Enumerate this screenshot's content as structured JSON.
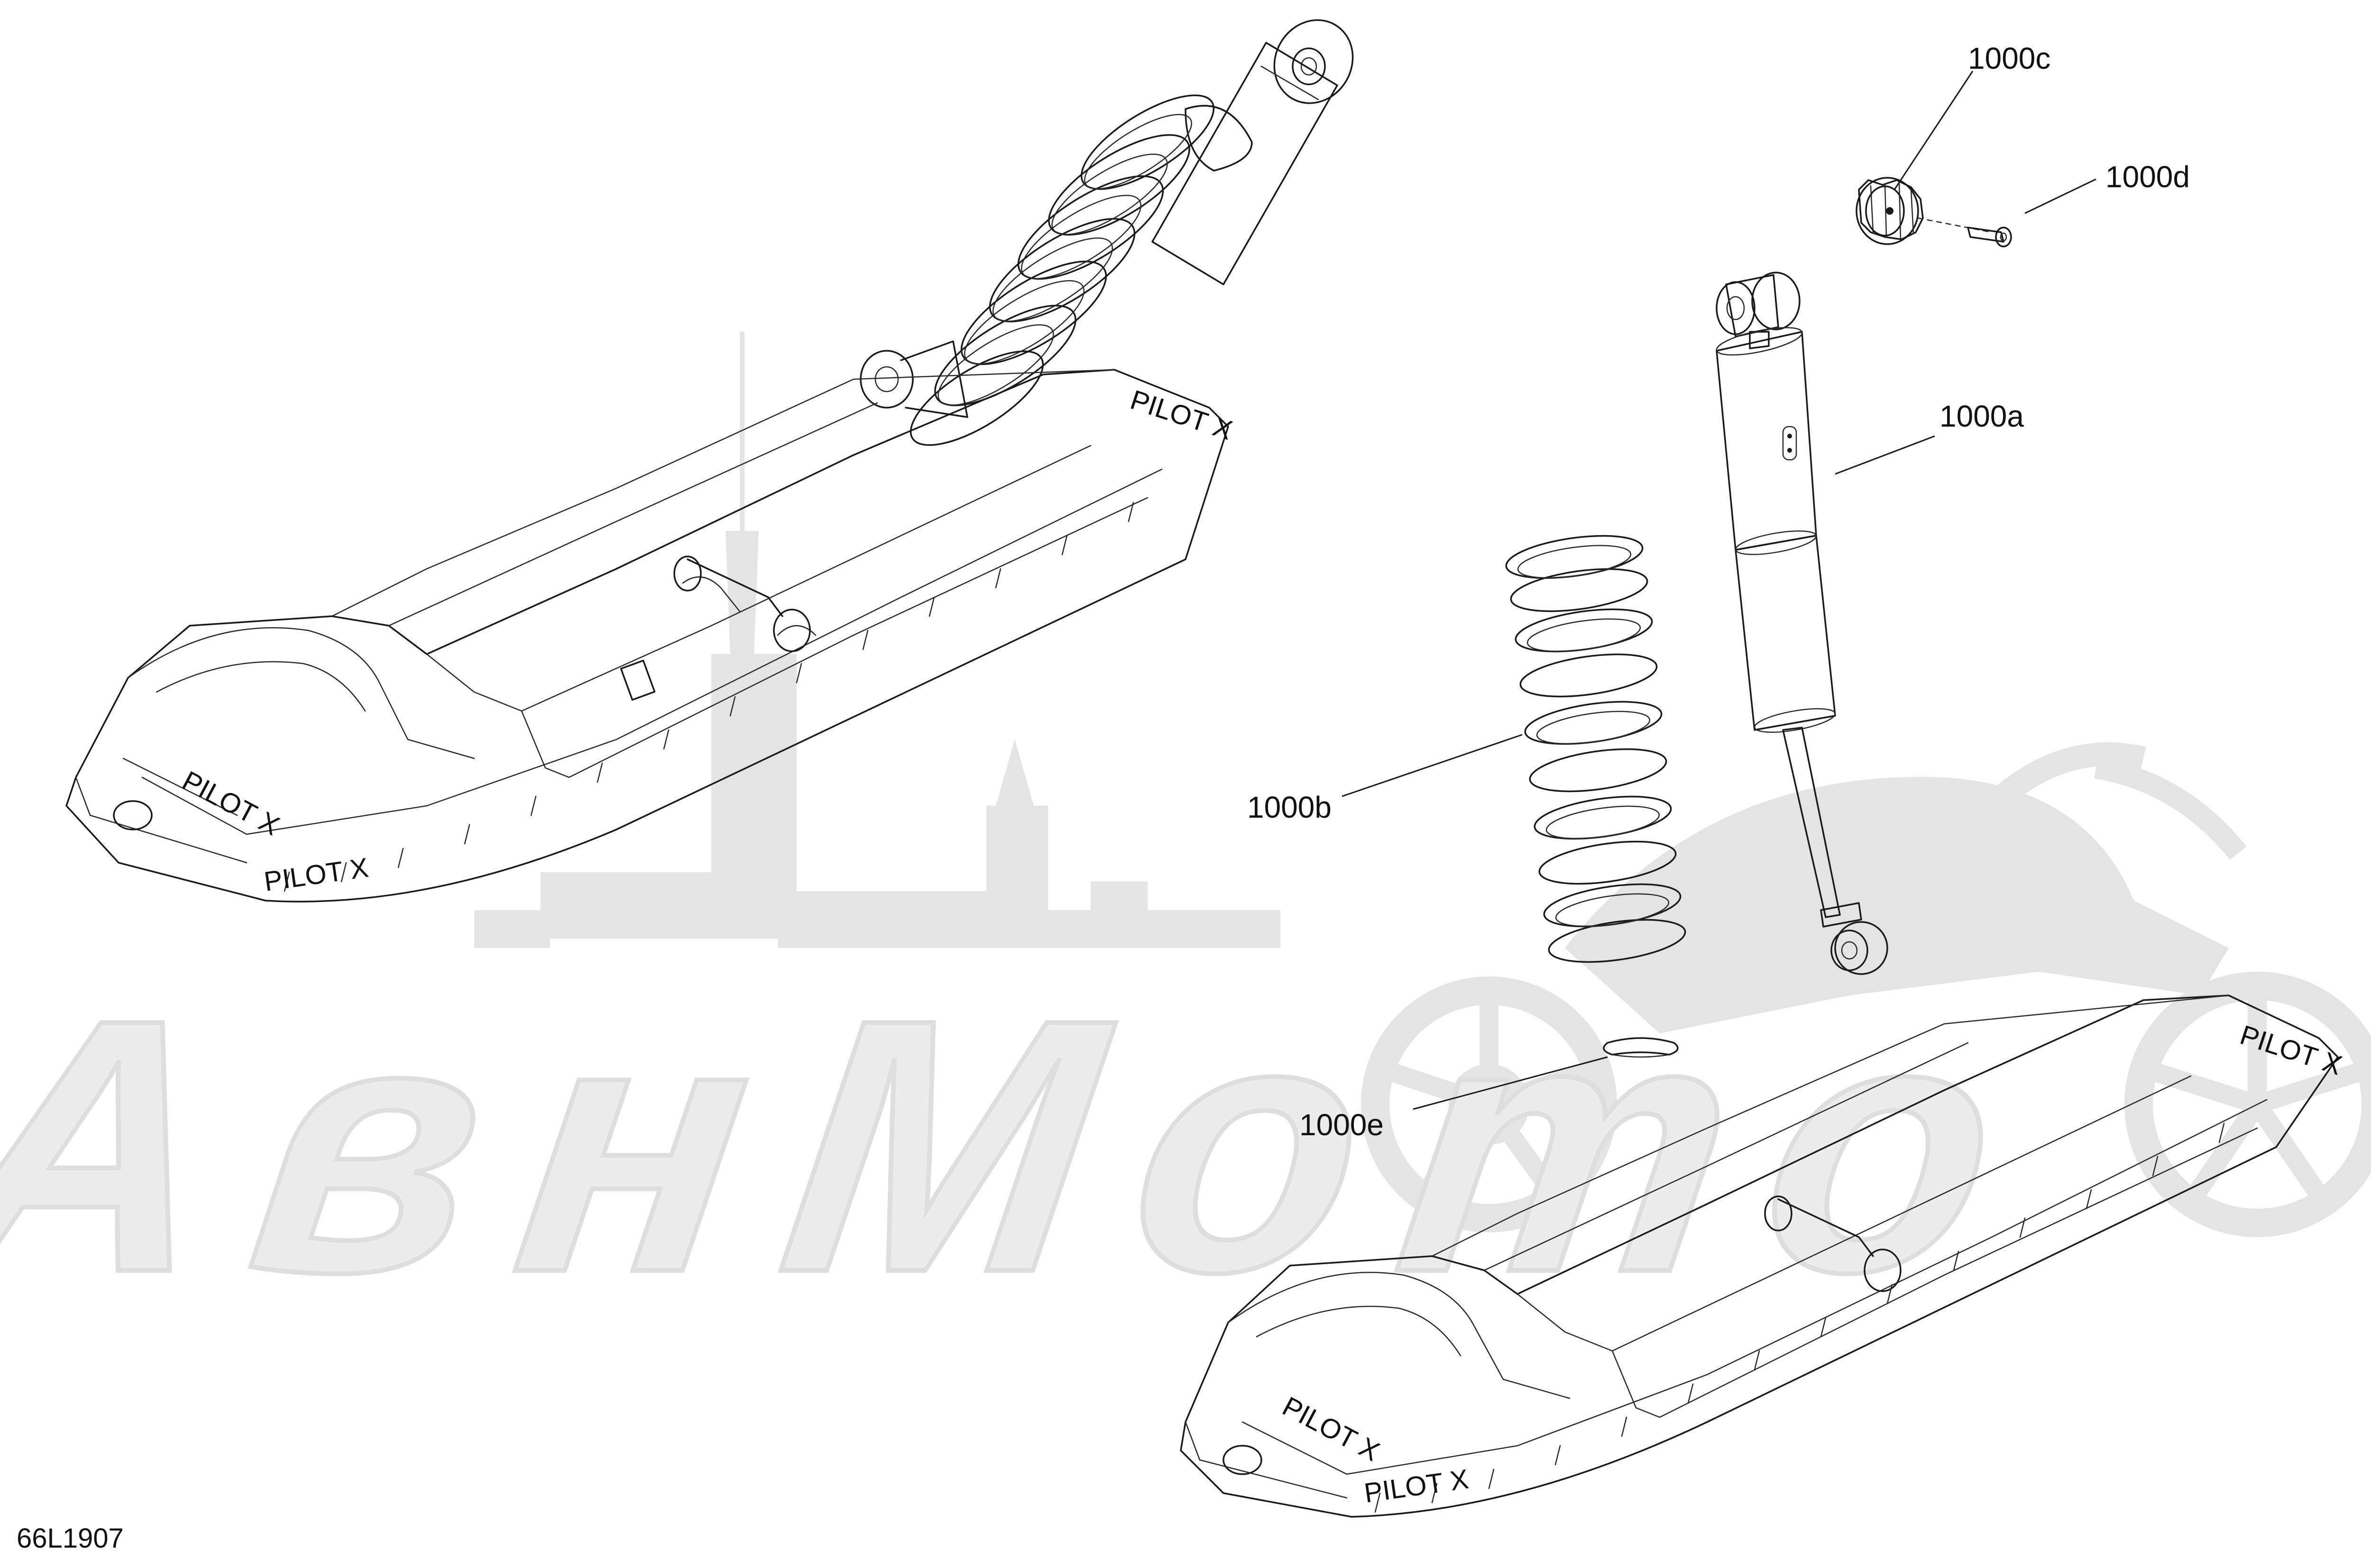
{
  "diagram_id": "66L1907",
  "watermark": {
    "text": "АвнМото"
  },
  "callouts": {
    "c1000a": "1000a",
    "c1000b": "1000b",
    "c1000c": "1000c",
    "c1000d": "1000d",
    "c1000e": "1000e"
  },
  "ski_badge_text": "PILOT X",
  "colors": {
    "line": "#1a1a1a",
    "watermark": "#e4e4e4",
    "background": "#ffffff"
  }
}
